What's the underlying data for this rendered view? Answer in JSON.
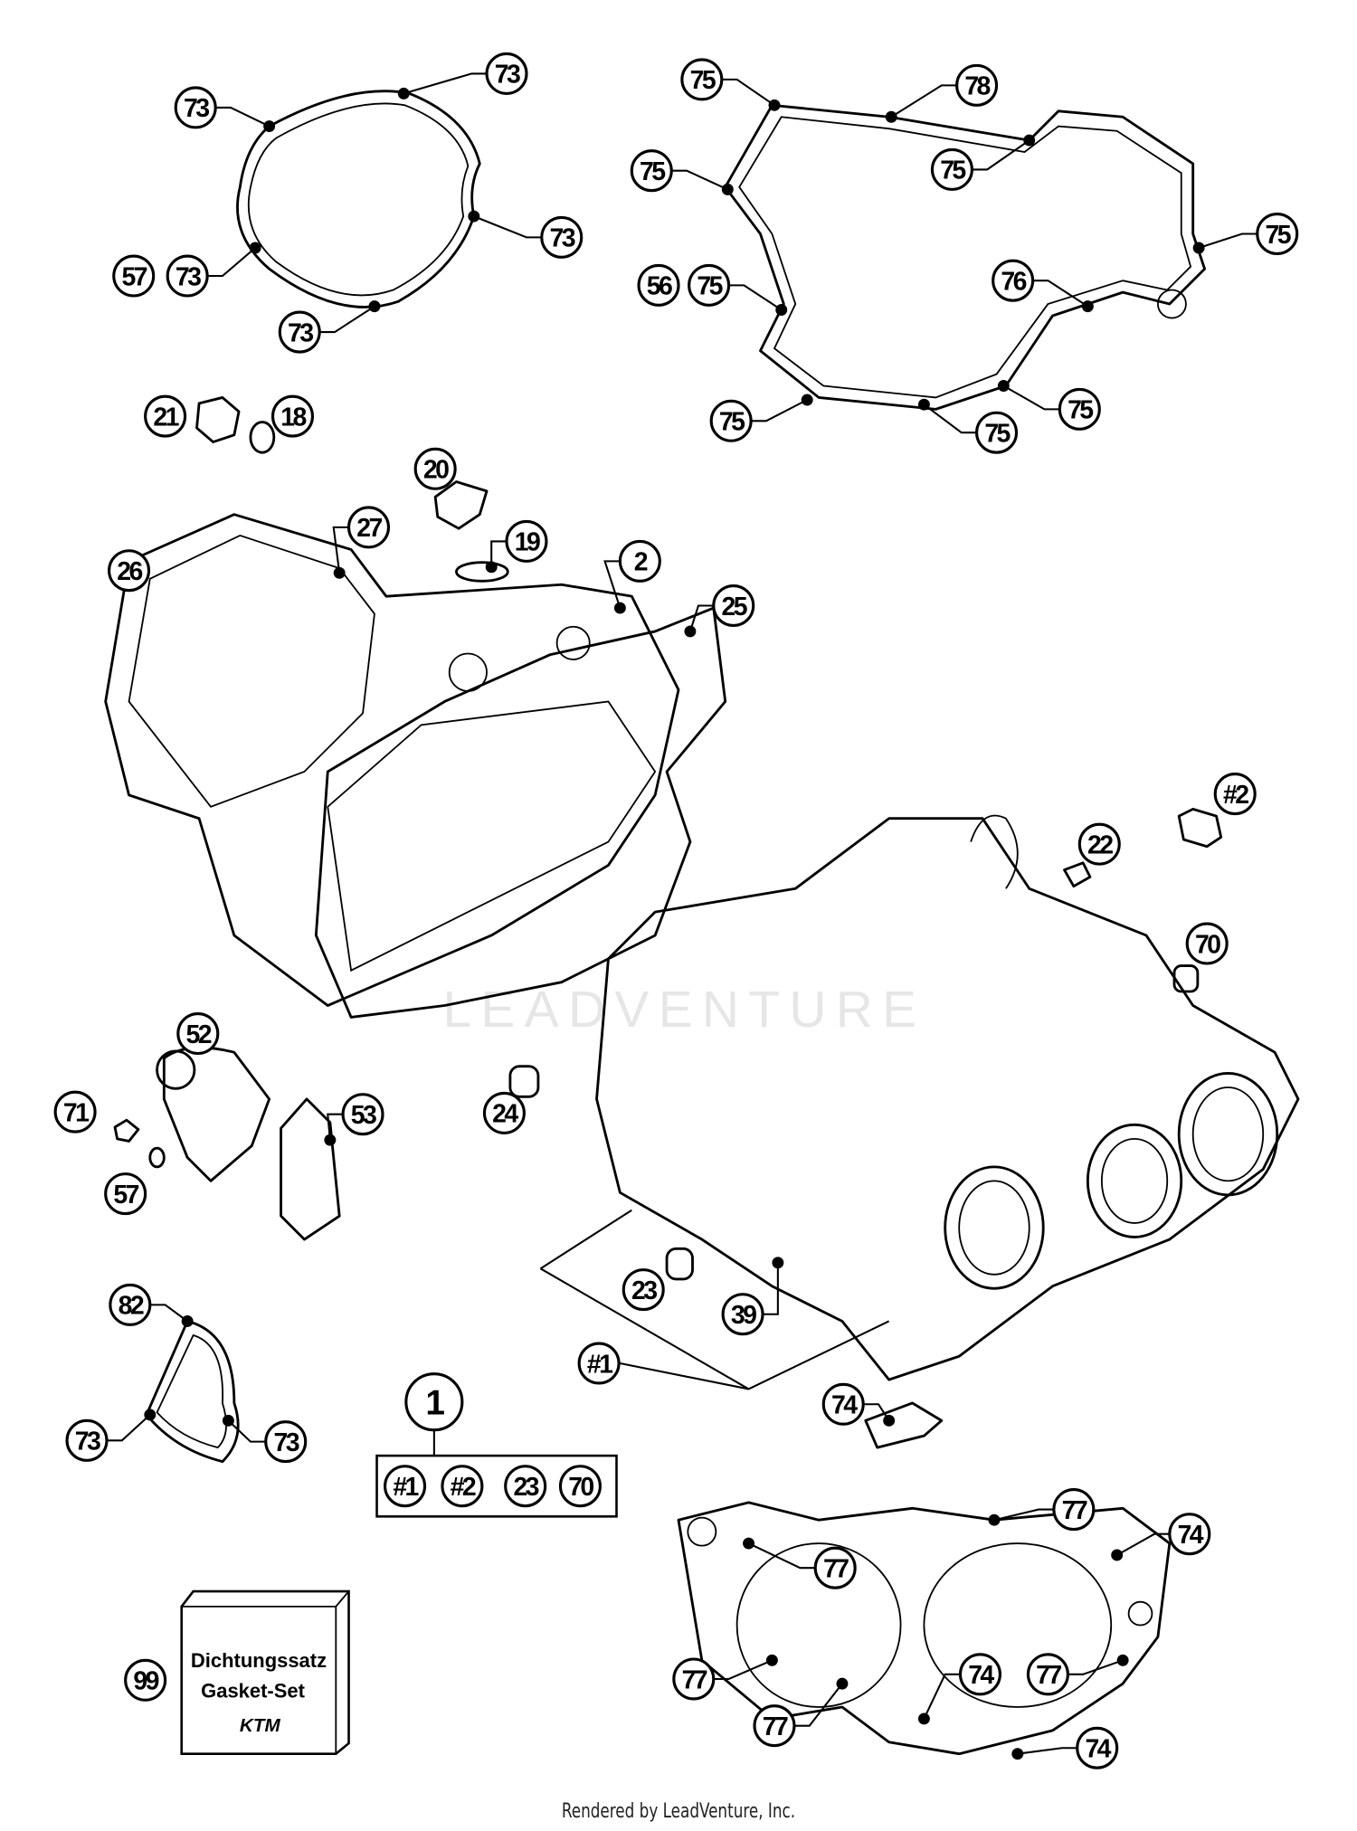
{
  "diagram": {
    "watermark": "LEADVENTURE",
    "callouts": [
      "73",
      "73",
      "73",
      "57",
      "73",
      "73",
      "75",
      "78",
      "75",
      "75",
      "75",
      "56",
      "75",
      "76",
      "75",
      "75",
      "75",
      "21",
      "18",
      "20",
      "19",
      "27",
      "26",
      "2",
      "25",
      "#2",
      "22",
      "70",
      "52",
      "24",
      "71",
      "53",
      "57",
      "23",
      "39",
      "#1",
      "82",
      "73",
      "73",
      "74",
      "1",
      "99",
      "77",
      "74",
      "77",
      "77",
      "74",
      "77",
      "77",
      "74"
    ],
    "kit_box": {
      "items": [
        "#1",
        "#2",
        "23",
        "70"
      ]
    },
    "gasket_set_box": {
      "line1": "Dichtungssatz",
      "line2": "Gasket-Set",
      "logo": "KTM"
    }
  },
  "footer": "Rendered by LeadVenture, Inc."
}
